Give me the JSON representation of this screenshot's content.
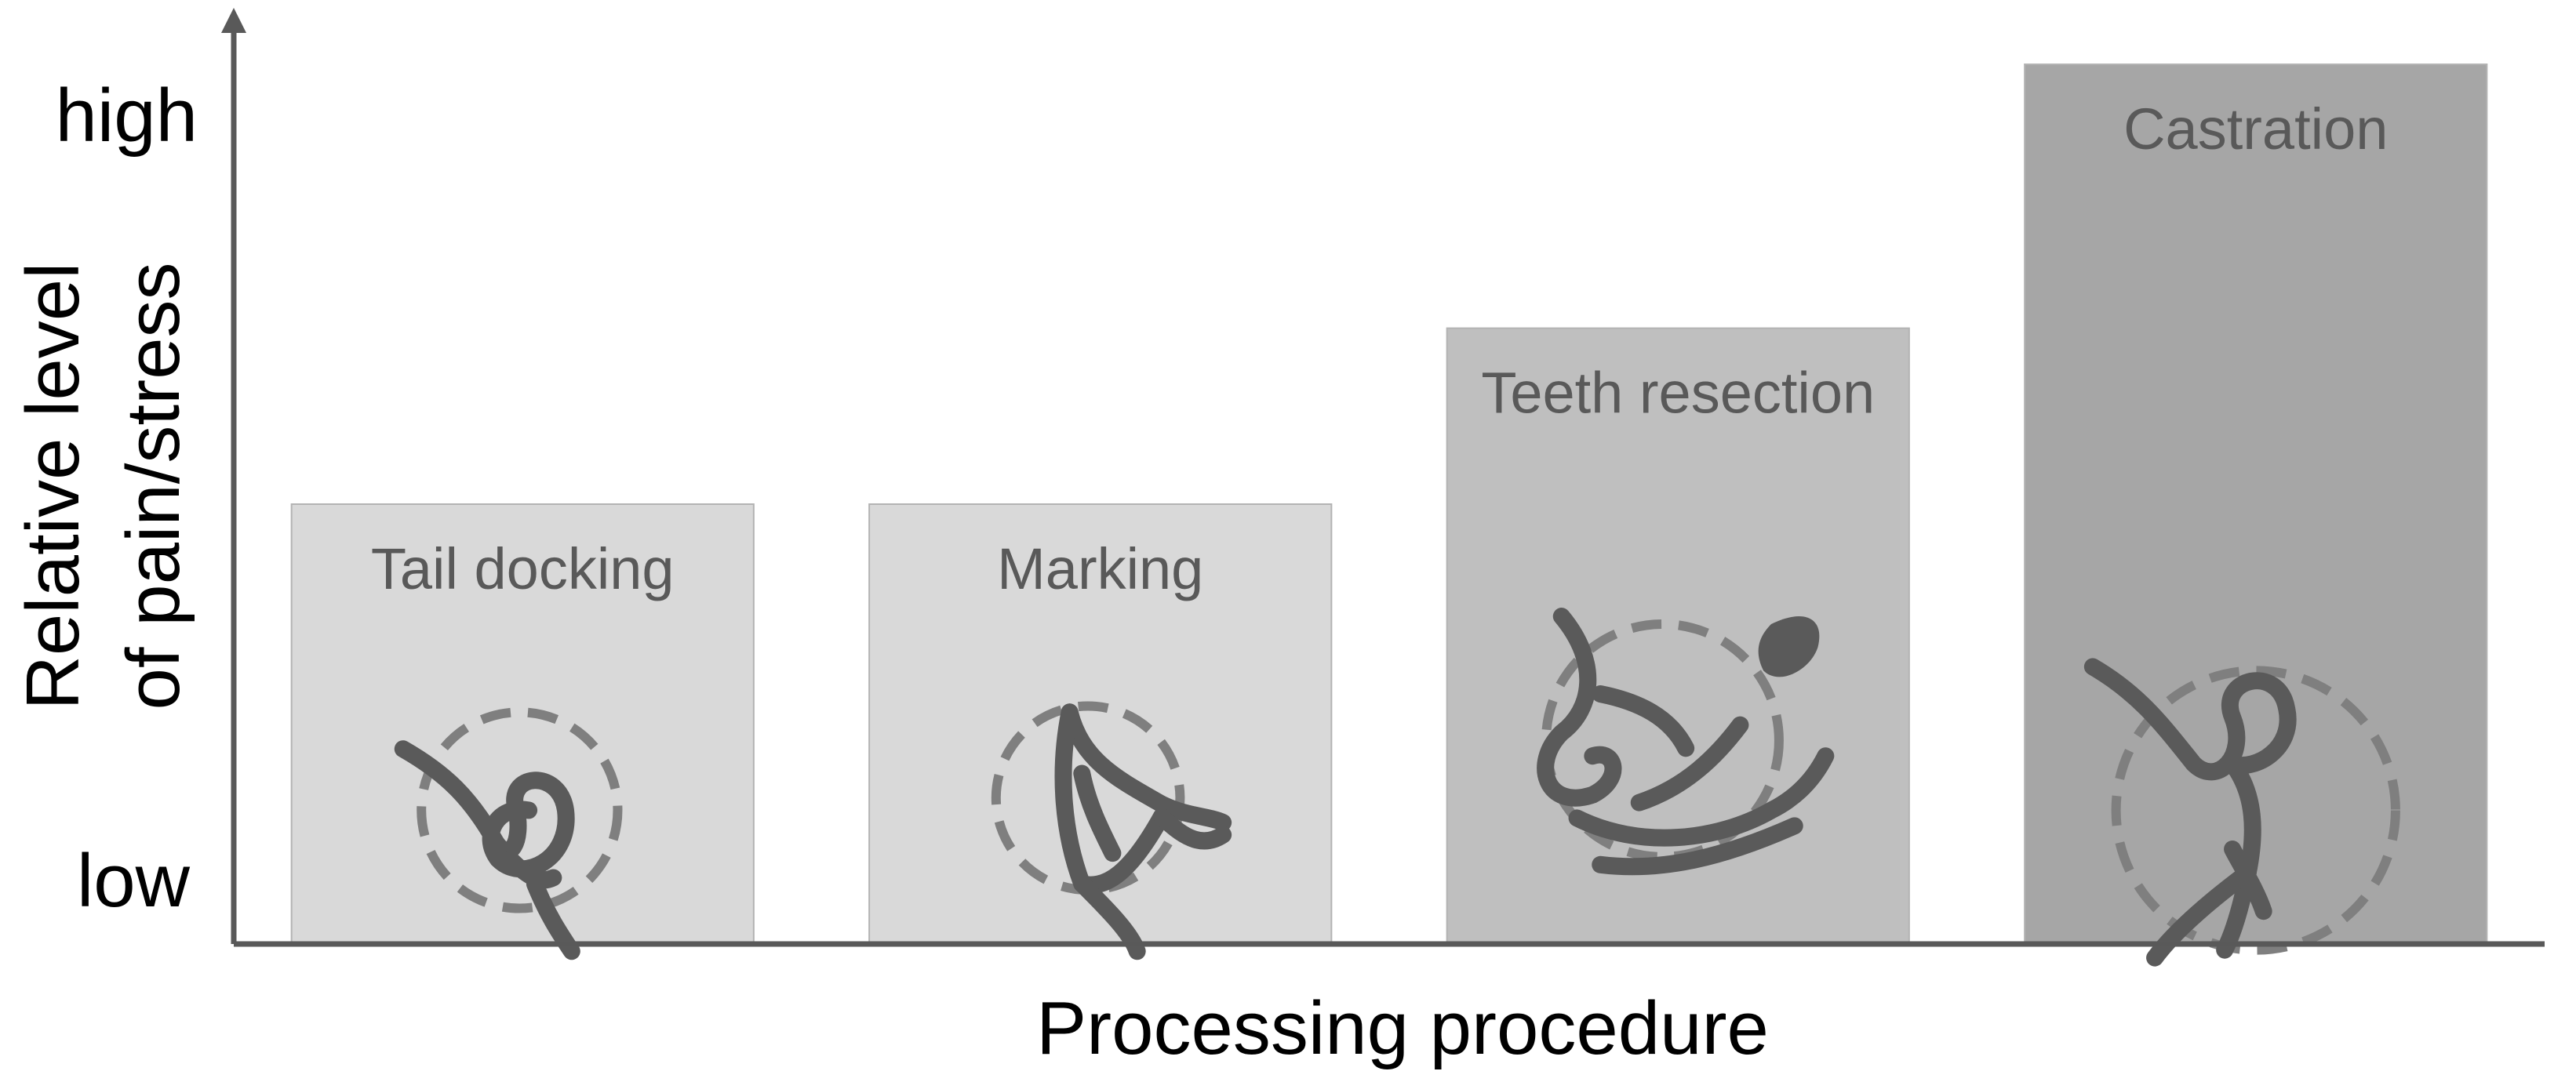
{
  "chart_data": {
    "type": "bar",
    "categories": [
      "Tail docking",
      "Marking",
      "Teeth resection",
      "Castration"
    ],
    "values": [
      0.5,
      0.5,
      0.7,
      1.0
    ],
    "xlabel": "Processing procedure",
    "ylabel_lines": [
      "Relative level",
      "of pain/stress"
    ],
    "ytick_labels": {
      "low": "low",
      "high": "high"
    },
    "ylim": [
      0,
      1
    ],
    "bar_colors": [
      "#d9d9d9",
      "#d9d9d9",
      "#bfbfbf",
      "#a6a6a6"
    ],
    "bar_label_color": "#595959",
    "axis_color": "#595959",
    "icons": [
      "tail-docking-sketch-icon",
      "marking-sketch-icon",
      "teeth-resection-sketch-icon",
      "castration-sketch-icon"
    ]
  }
}
